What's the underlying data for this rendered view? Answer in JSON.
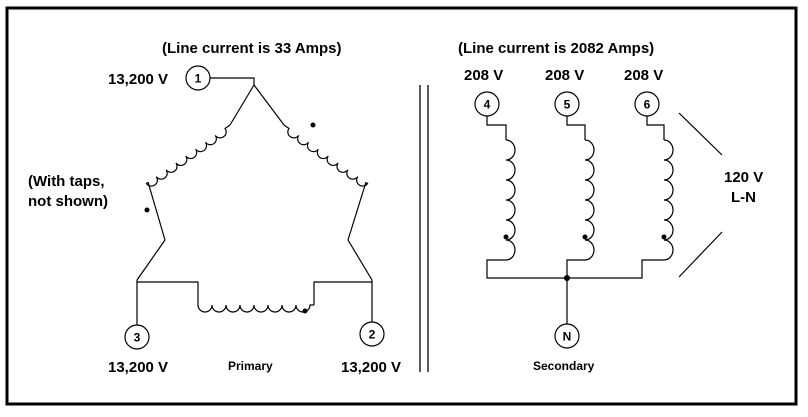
{
  "primary": {
    "line_current": "(Line current is 33 Amps)",
    "terminals": [
      {
        "number": "1",
        "voltage": "13,200 V"
      },
      {
        "number": "2",
        "voltage": "13,200 V"
      },
      {
        "number": "3",
        "voltage": "13,200 V"
      }
    ],
    "taps_note_line1": "(With taps,",
    "taps_note_line2": "not shown)",
    "label": "Primary"
  },
  "secondary": {
    "line_current": "(Line current is 2082 Amps)",
    "terminals": [
      {
        "number": "4",
        "voltage": "208 V"
      },
      {
        "number": "5",
        "voltage": "208 V"
      },
      {
        "number": "6",
        "voltage": "208 V"
      }
    ],
    "neutral": "N",
    "ln_voltage_line1": "120 V",
    "ln_voltage_line2": "L-N",
    "label": "Secondary"
  }
}
